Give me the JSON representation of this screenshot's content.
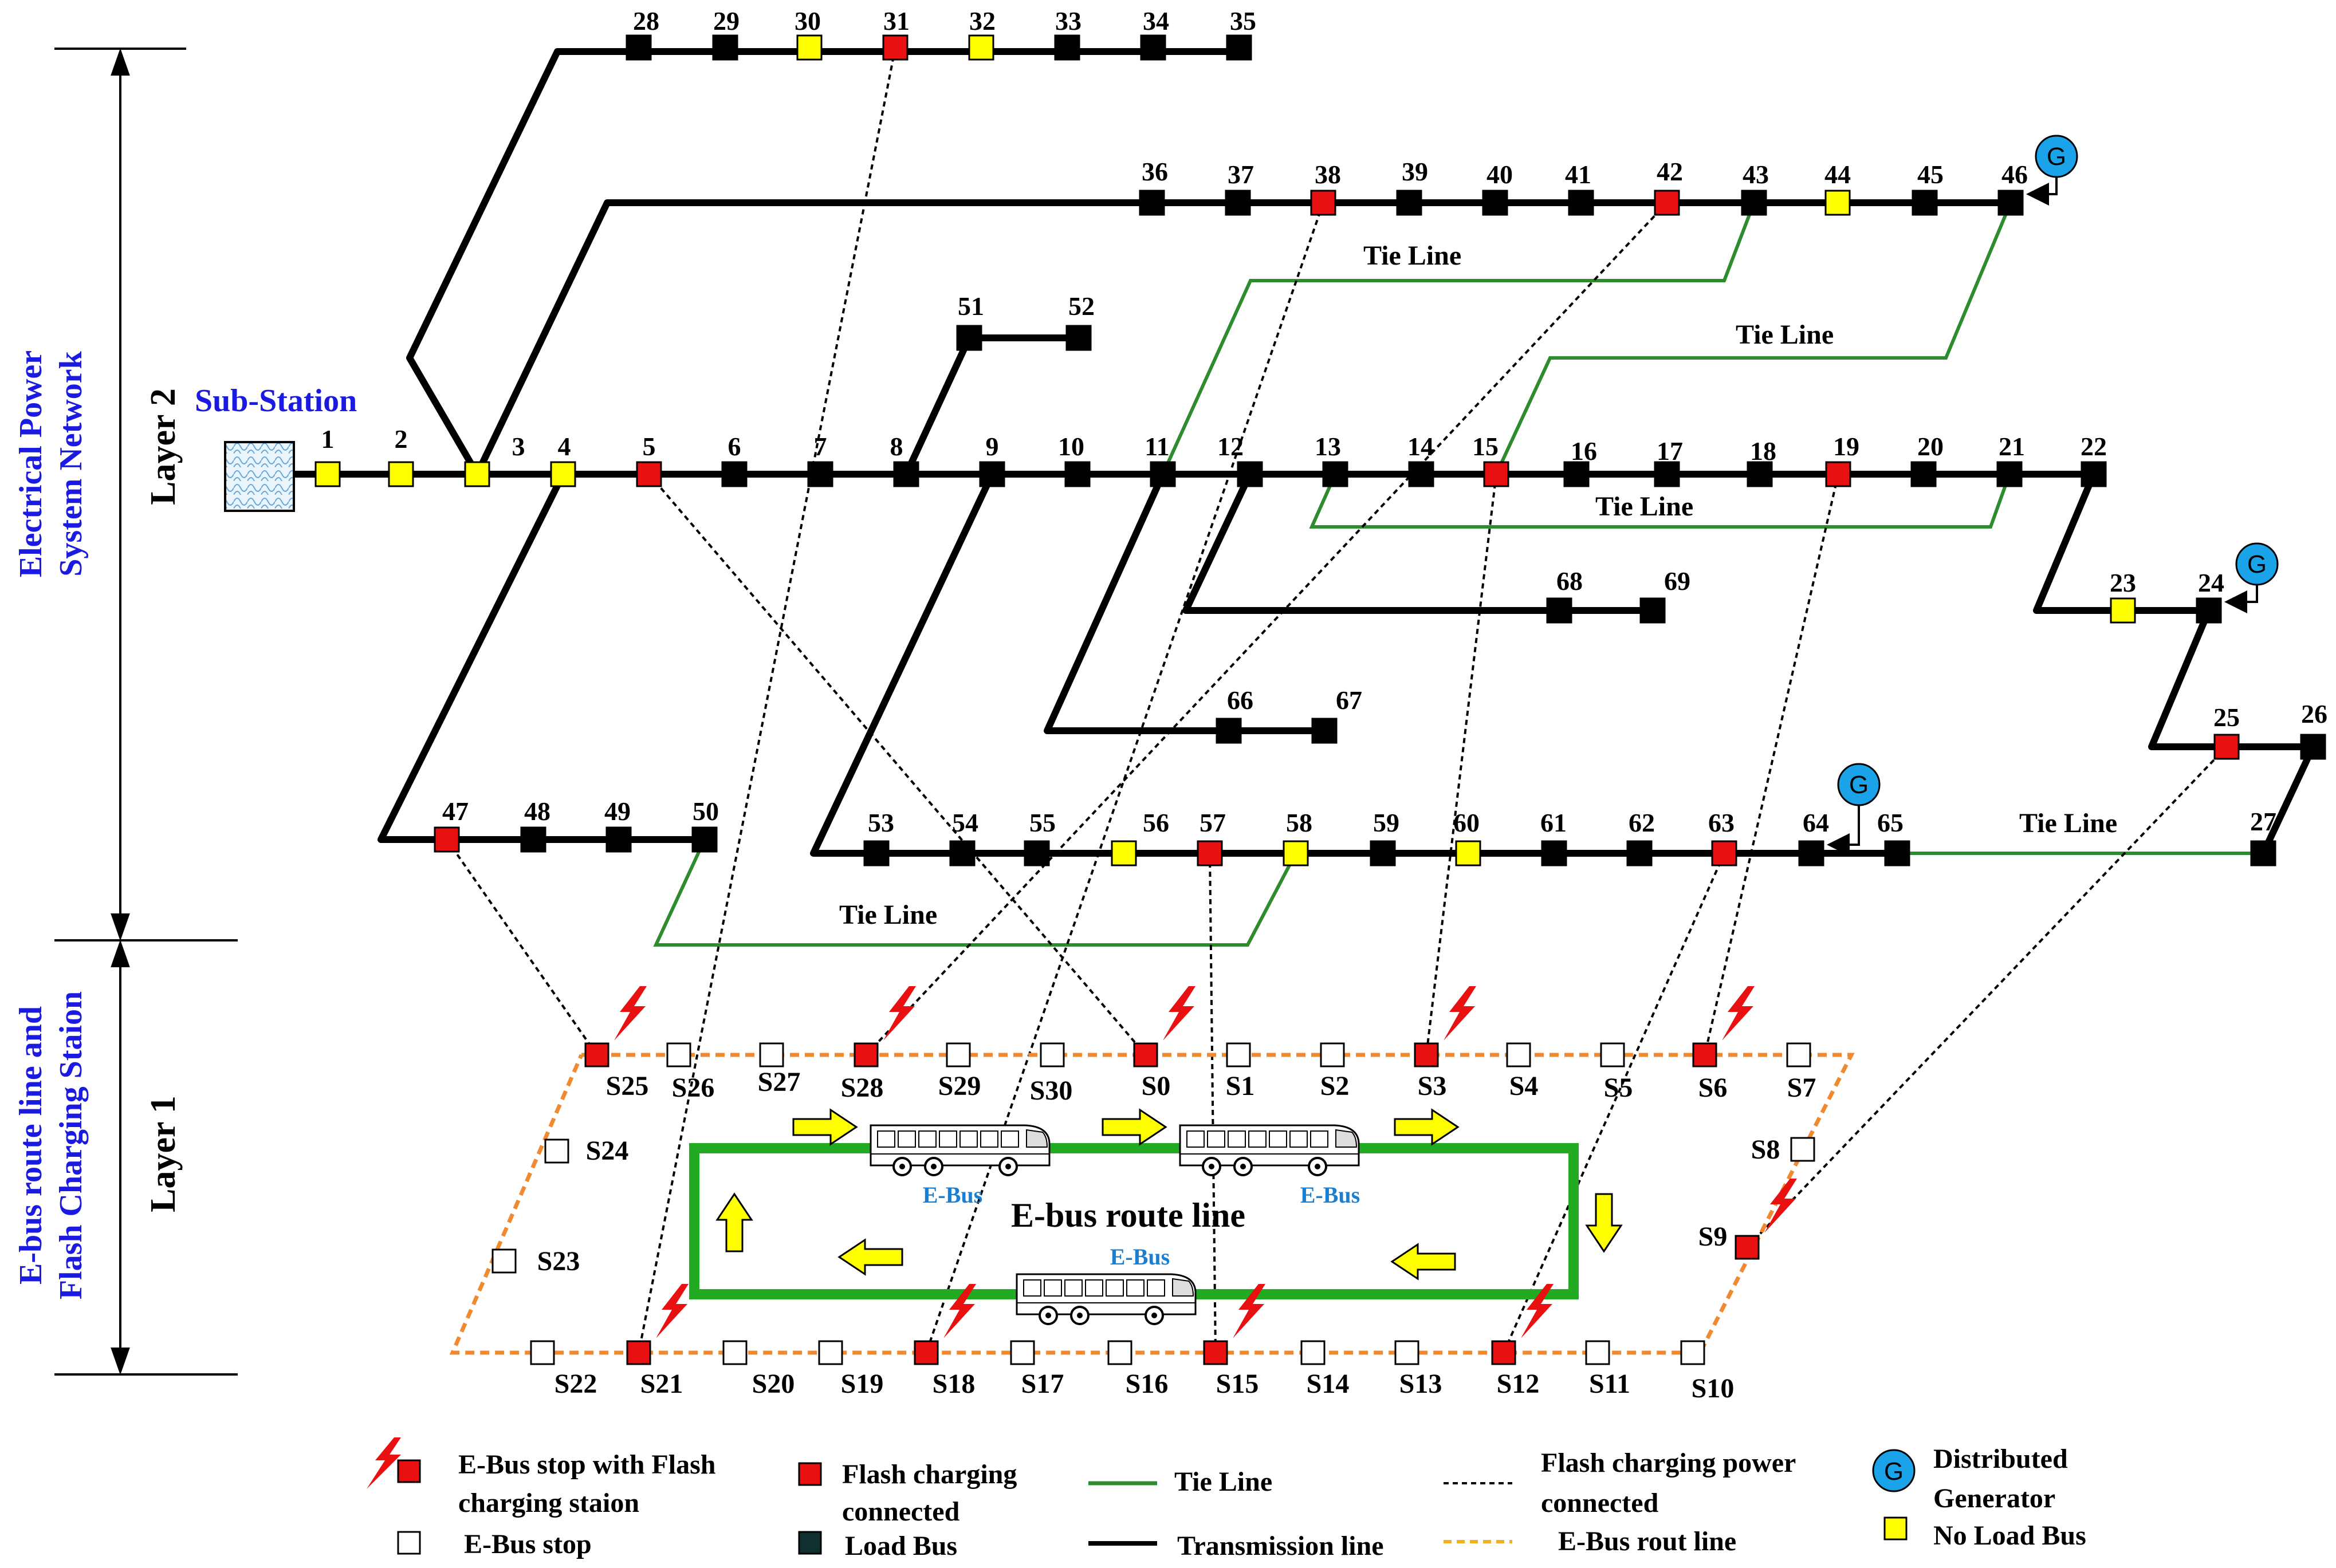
{
  "layer_labels": {
    "layer2": "Layer 2",
    "layer1": "Layer 1",
    "epsn_line1": "Electrical Power",
    "epsn_line2": "System Network",
    "ebus_line1": "E-bus route line and",
    "ebus_line2": "Flash Charging Staion"
  },
  "substation_label": "Sub-Station",
  "route_title": "E-bus route line",
  "ebus_label": "E-Bus",
  "generator_symbol": "G",
  "tie_line_label": "Tie Line",
  "colors": {
    "transmission": "#000000",
    "tie_line": "#2e8b2e",
    "flash_bus": "#e81010",
    "no_load_bus": "#ffff00",
    "load_bus": "#000000",
    "stop_route": "#f08a30",
    "ebus_route": "#22aa22",
    "arrow": "#ffff00",
    "generator": "#1aa3e8",
    "title_blue": "#1a1ae0"
  },
  "buses": [
    {
      "id": "1",
      "type": "noload"
    },
    {
      "id": "2",
      "type": "noload"
    },
    {
      "id": "3",
      "type": "noload"
    },
    {
      "id": "4",
      "type": "noload"
    },
    {
      "id": "5",
      "type": "flash"
    },
    {
      "id": "6",
      "type": "load"
    },
    {
      "id": "7",
      "type": "load"
    },
    {
      "id": "8",
      "type": "load"
    },
    {
      "id": "9",
      "type": "load"
    },
    {
      "id": "10",
      "type": "load"
    },
    {
      "id": "11",
      "type": "load"
    },
    {
      "id": "12",
      "type": "load"
    },
    {
      "id": "13",
      "type": "load"
    },
    {
      "id": "14",
      "type": "load"
    },
    {
      "id": "15",
      "type": "flash"
    },
    {
      "id": "16",
      "type": "load"
    },
    {
      "id": "17",
      "type": "load"
    },
    {
      "id": "18",
      "type": "load"
    },
    {
      "id": "19",
      "type": "flash"
    },
    {
      "id": "20",
      "type": "load"
    },
    {
      "id": "21",
      "type": "load"
    },
    {
      "id": "22",
      "type": "load"
    },
    {
      "id": "23",
      "type": "noload"
    },
    {
      "id": "24",
      "type": "load"
    },
    {
      "id": "25",
      "type": "flash"
    },
    {
      "id": "26",
      "type": "load"
    },
    {
      "id": "27",
      "type": "load"
    },
    {
      "id": "28",
      "type": "load"
    },
    {
      "id": "29",
      "type": "load"
    },
    {
      "id": "30",
      "type": "noload"
    },
    {
      "id": "31",
      "type": "flash"
    },
    {
      "id": "32",
      "type": "noload"
    },
    {
      "id": "33",
      "type": "load"
    },
    {
      "id": "34",
      "type": "load"
    },
    {
      "id": "35",
      "type": "load"
    },
    {
      "id": "36",
      "type": "load"
    },
    {
      "id": "37",
      "type": "load"
    },
    {
      "id": "38",
      "type": "flash"
    },
    {
      "id": "39",
      "type": "load"
    },
    {
      "id": "40",
      "type": "load"
    },
    {
      "id": "41",
      "type": "load"
    },
    {
      "id": "42",
      "type": "flash"
    },
    {
      "id": "43",
      "type": "load"
    },
    {
      "id": "44",
      "type": "noload"
    },
    {
      "id": "45",
      "type": "load"
    },
    {
      "id": "46",
      "type": "load"
    },
    {
      "id": "47",
      "type": "flash"
    },
    {
      "id": "48",
      "type": "load"
    },
    {
      "id": "49",
      "type": "load"
    },
    {
      "id": "50",
      "type": "load"
    },
    {
      "id": "51",
      "type": "load"
    },
    {
      "id": "52",
      "type": "load"
    },
    {
      "id": "53",
      "type": "load"
    },
    {
      "id": "54",
      "type": "load"
    },
    {
      "id": "55",
      "type": "load"
    },
    {
      "id": "56",
      "type": "noload"
    },
    {
      "id": "57",
      "type": "flash"
    },
    {
      "id": "58",
      "type": "noload"
    },
    {
      "id": "59",
      "type": "load"
    },
    {
      "id": "60",
      "type": "noload"
    },
    {
      "id": "61",
      "type": "load"
    },
    {
      "id": "62",
      "type": "load"
    },
    {
      "id": "63",
      "type": "flash"
    },
    {
      "id": "64",
      "type": "load"
    },
    {
      "id": "65",
      "type": "load"
    },
    {
      "id": "66",
      "type": "load"
    },
    {
      "id": "67",
      "type": "load"
    },
    {
      "id": "68",
      "type": "load"
    },
    {
      "id": "69",
      "type": "load"
    }
  ],
  "stops": [
    {
      "id": "S0",
      "flash": true
    },
    {
      "id": "S1",
      "flash": false
    },
    {
      "id": "S2",
      "flash": false
    },
    {
      "id": "S3",
      "flash": true
    },
    {
      "id": "S4",
      "flash": false
    },
    {
      "id": "S5",
      "flash": false
    },
    {
      "id": "S6",
      "flash": true
    },
    {
      "id": "S7",
      "flash": false
    },
    {
      "id": "S8",
      "flash": false
    },
    {
      "id": "S9",
      "flash": true
    },
    {
      "id": "S10",
      "flash": false
    },
    {
      "id": "S11",
      "flash": false
    },
    {
      "id": "S12",
      "flash": true
    },
    {
      "id": "S13",
      "flash": false
    },
    {
      "id": "S14",
      "flash": false
    },
    {
      "id": "S15",
      "flash": true
    },
    {
      "id": "S16",
      "flash": false
    },
    {
      "id": "S17",
      "flash": false
    },
    {
      "id": "S18",
      "flash": true
    },
    {
      "id": "S19",
      "flash": false
    },
    {
      "id": "S20",
      "flash": false
    },
    {
      "id": "S21",
      "flash": true
    },
    {
      "id": "S22",
      "flash": false
    },
    {
      "id": "S23",
      "flash": false
    },
    {
      "id": "S24",
      "flash": false
    },
    {
      "id": "S25",
      "flash": true
    },
    {
      "id": "S26",
      "flash": false
    },
    {
      "id": "S27",
      "flash": false
    },
    {
      "id": "S28",
      "flash": true
    },
    {
      "id": "S29",
      "flash": false
    },
    {
      "id": "S30",
      "flash": false
    }
  ],
  "flash_links": [
    [
      "47",
      "S25"
    ],
    [
      "31",
      "S21"
    ],
    [
      "5",
      "S0"
    ],
    [
      "15",
      "S3"
    ],
    [
      "19",
      "S6"
    ],
    [
      "25",
      "S9"
    ],
    [
      "63",
      "S12"
    ],
    [
      "57",
      "S15"
    ],
    [
      "38",
      "S18"
    ],
    [
      "42",
      "S28"
    ]
  ],
  "legend": {
    "flash_stop_line1": "E-Bus stop with Flash",
    "flash_stop_line2": "charging staion",
    "stop": "E-Bus stop",
    "flash_connected_line1": "Flash charging",
    "flash_connected_line2": "connected",
    "load_bus": "Load Bus",
    "tie_line": "Tie Line",
    "transmission": "Transmission line",
    "flash_power_line1": "Flash charging power",
    "flash_power_line2": "connected",
    "route": "E-Bus rout line",
    "generator_line1": "Distributed",
    "generator_line2": "Generator",
    "no_load": "No Load Bus"
  }
}
